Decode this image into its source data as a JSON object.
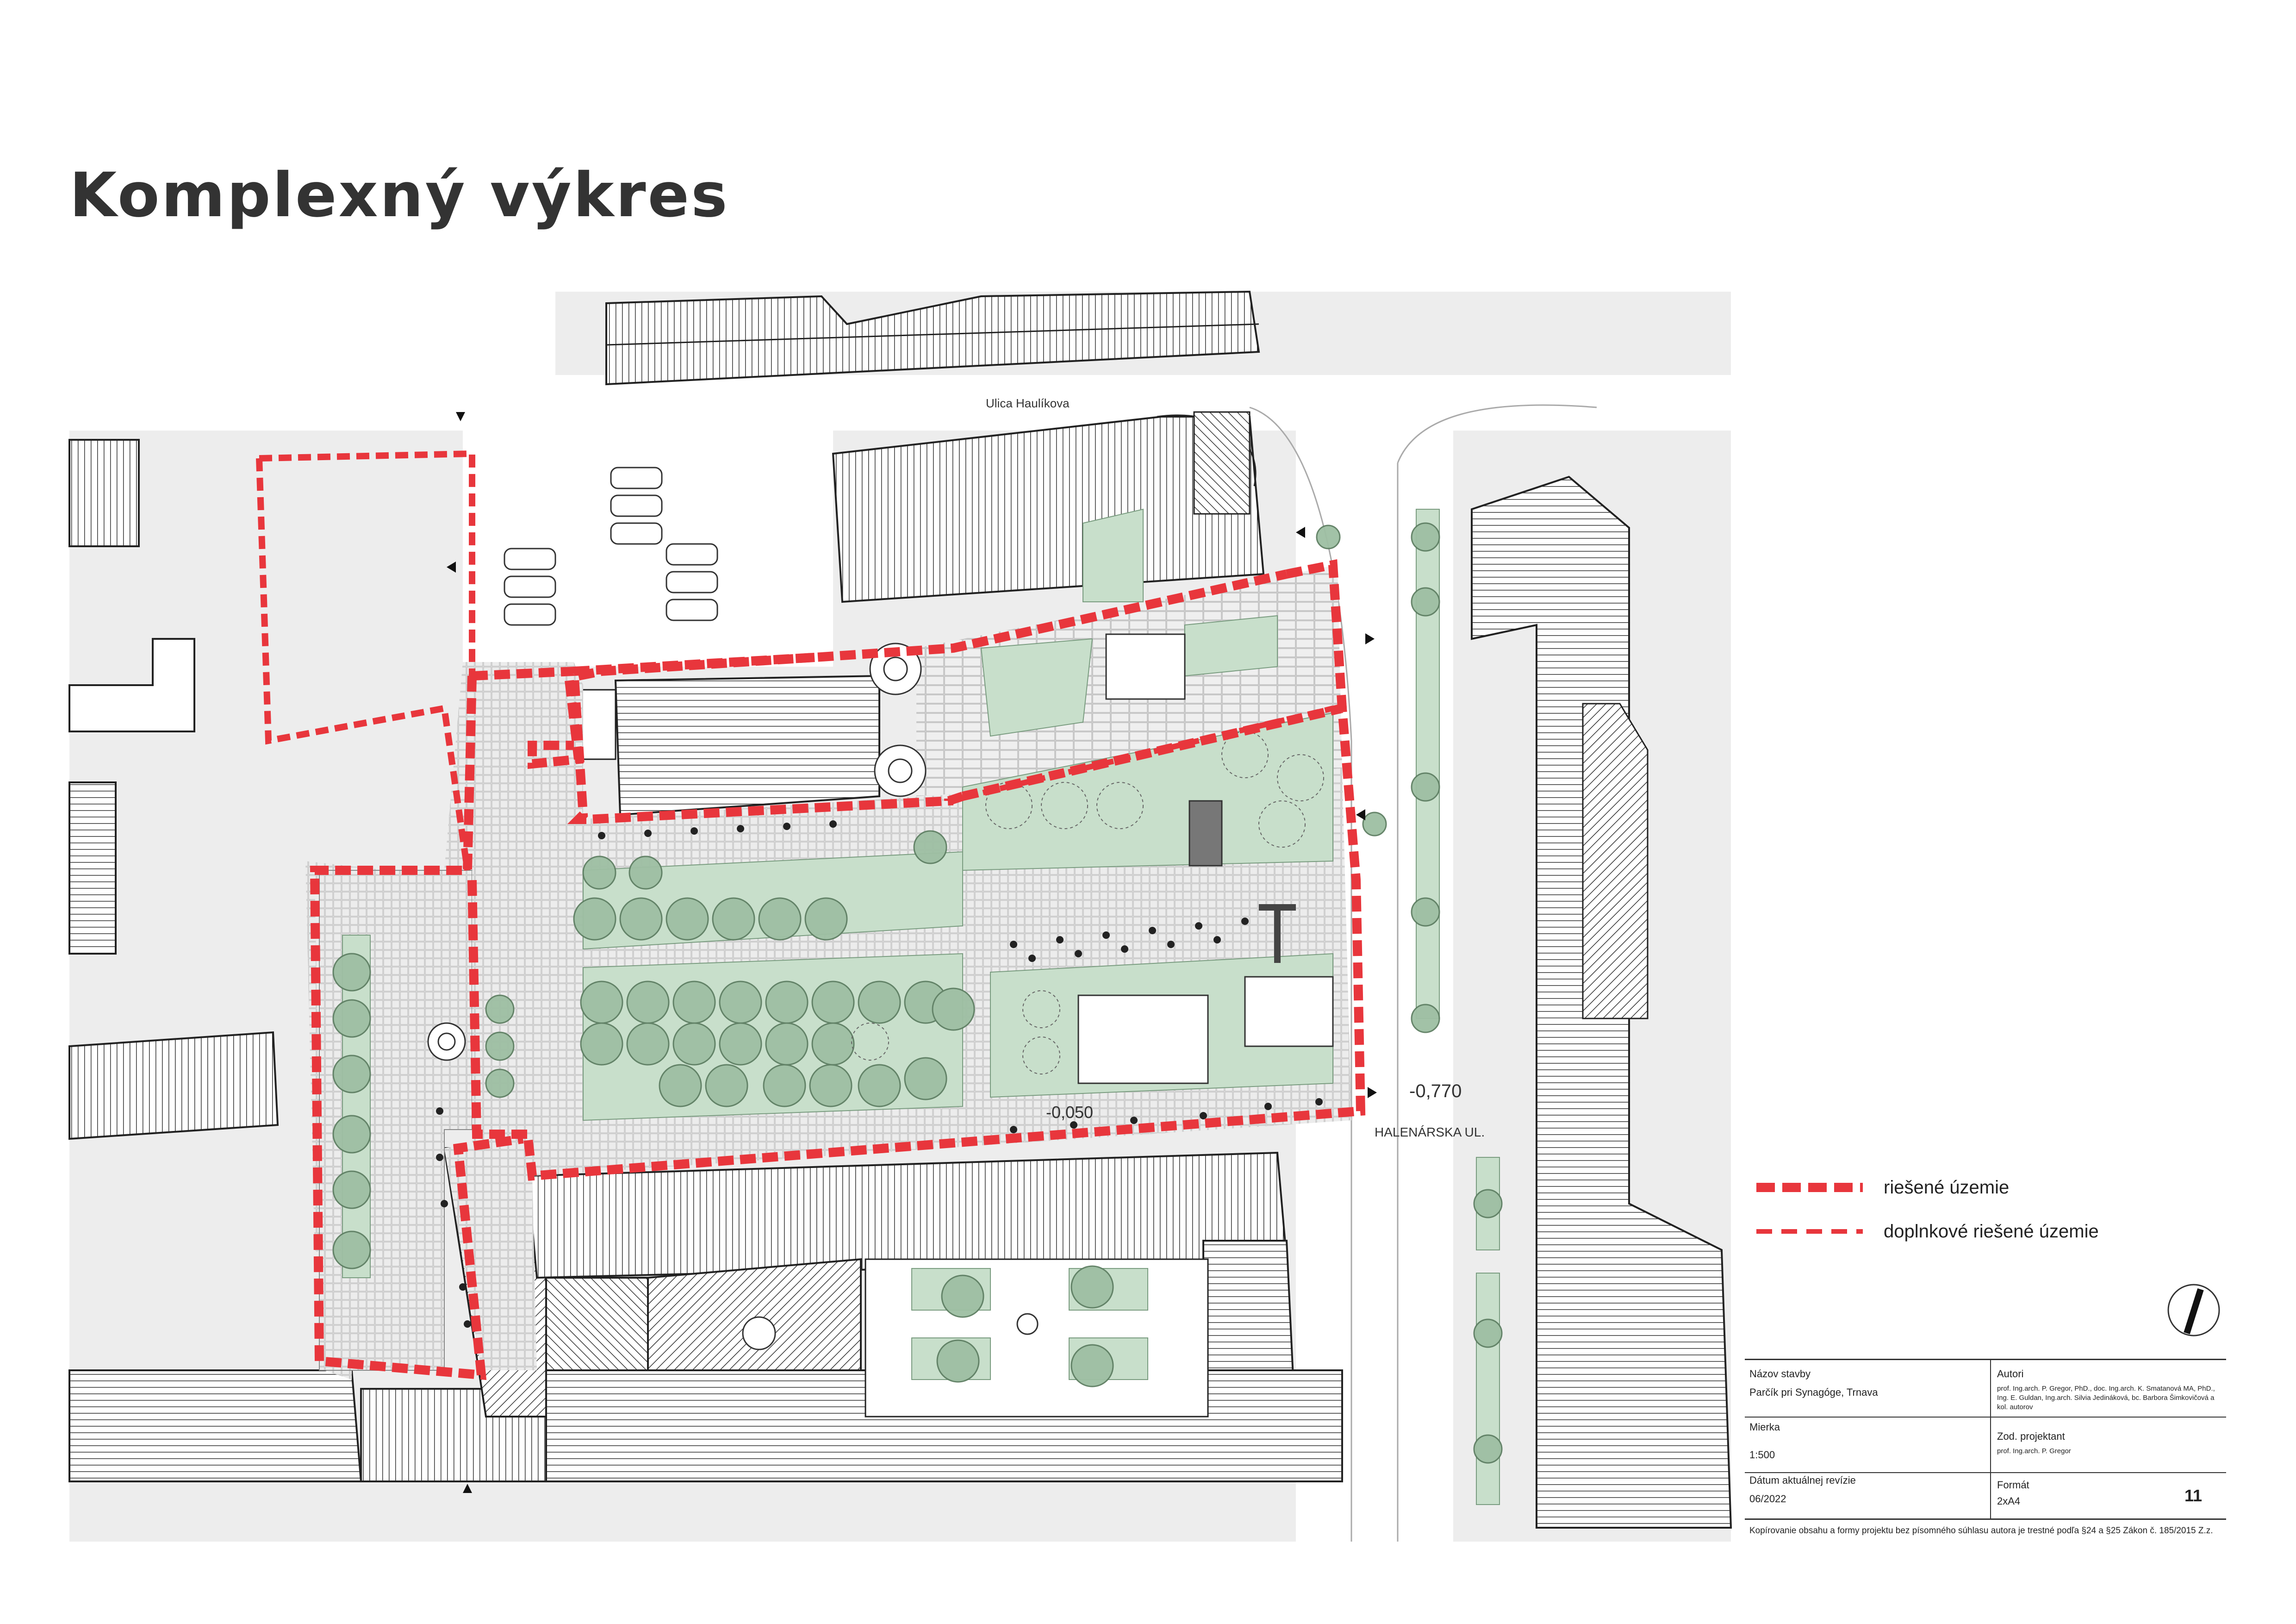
{
  "title": "Komplexný výkres",
  "streets": {
    "north": "Ulica Haulíkova",
    "east": "HALENÁRSKA UL."
  },
  "elevations": [
    "-0,050",
    "-0,770"
  ],
  "legend": [
    {
      "label": "riešené územie",
      "style": "thick-dashed",
      "color": "#e8363c"
    },
    {
      "label": "doplnkové riešené územie",
      "style": "thin-dashed",
      "color": "#e8363c"
    }
  ],
  "title_block": {
    "building_name_label": "Názov stavby",
    "building_name": "Parčík pri Synagóge, Trnava",
    "authors_label": "Autori",
    "authors": "prof. Ing.arch. P. Gregor, PhD., doc. Ing.arch. K. Smatanová MA, PhD., Ing. E. Guldan, Ing.arch. Silvia Jedináková, bc. Barbora Šimkovičová a kol. autorov",
    "scale_label": "Mierka",
    "scale": "1:500",
    "responsible_label": "Zod. projektant",
    "responsible": "prof. Ing.arch. P. Gregor",
    "revision_label": "Dátum aktuálnej revízie",
    "revision": "06/2022",
    "format_label": "Formát",
    "format": "2xA4",
    "sheet_number": "11",
    "copyright": "Kopírovanie obsahu a formy projektu bez písomného súhlasu autora je trestné podľa §24 a §25 Zákon č. 185/2015 Z.z."
  },
  "colors": {
    "boundary": "#e8363c",
    "greenery": "#c8dfcb",
    "tree": "#9ebfa3",
    "paving": "#e4e4e4",
    "background": "#ededed"
  },
  "icons": [
    "north-arrow-icon"
  ]
}
